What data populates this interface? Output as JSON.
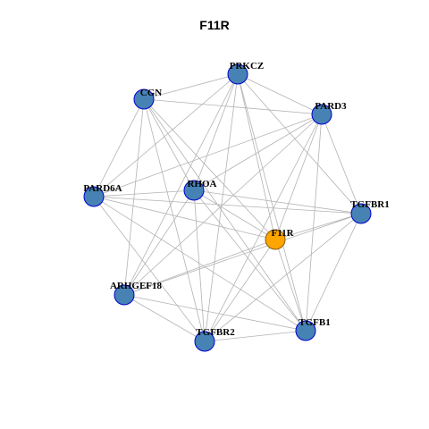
{
  "title": "F11R",
  "colors": {
    "node_default": "#4682B4",
    "node_focus": "#FFA500",
    "node_border_default": "#0000CD",
    "node_border_focus": "#8B5A00",
    "edge": "#B3B3B3"
  },
  "focus_node": "F11R",
  "nodes": [
    {
      "id": "PRKCZ"
    },
    {
      "id": "CGN"
    },
    {
      "id": "PARD3"
    },
    {
      "id": "PARD6A"
    },
    {
      "id": "RHOA"
    },
    {
      "id": "TGFBR1"
    },
    {
      "id": "F11R"
    },
    {
      "id": "ARHGEF18"
    },
    {
      "id": "TGFB1"
    },
    {
      "id": "TGFBR2"
    }
  ],
  "edges": [
    [
      "PRKCZ",
      "CGN"
    ],
    [
      "PRKCZ",
      "PARD3"
    ],
    [
      "PRKCZ",
      "PARD6A"
    ],
    [
      "PRKCZ",
      "RHOA"
    ],
    [
      "PRKCZ",
      "TGFBR1"
    ],
    [
      "PRKCZ",
      "F11R"
    ],
    [
      "PRKCZ",
      "ARHGEF18"
    ],
    [
      "PRKCZ",
      "TGFB1"
    ],
    [
      "PRKCZ",
      "TGFBR2"
    ],
    [
      "CGN",
      "PARD3"
    ],
    [
      "CGN",
      "PARD6A"
    ],
    [
      "CGN",
      "RHOA"
    ],
    [
      "CGN",
      "F11R"
    ],
    [
      "CGN",
      "ARHGEF18"
    ],
    [
      "CGN",
      "TGFBR2"
    ],
    [
      "CGN",
      "TGFB1"
    ],
    [
      "PARD3",
      "PARD6A"
    ],
    [
      "PARD3",
      "RHOA"
    ],
    [
      "PARD3",
      "F11R"
    ],
    [
      "PARD3",
      "TGFBR1"
    ],
    [
      "PARD3",
      "ARHGEF18"
    ],
    [
      "PARD3",
      "TGFB1"
    ],
    [
      "PARD3",
      "TGFBR2"
    ],
    [
      "PARD6A",
      "RHOA"
    ],
    [
      "PARD6A",
      "F11R"
    ],
    [
      "PARD6A",
      "TGFBR1"
    ],
    [
      "PARD6A",
      "TGFBR2"
    ],
    [
      "PARD6A",
      "TGFB1"
    ],
    [
      "RHOA",
      "TGFBR1"
    ],
    [
      "RHOA",
      "F11R"
    ],
    [
      "RHOA",
      "ARHGEF18"
    ],
    [
      "RHOA",
      "TGFB1"
    ],
    [
      "RHOA",
      "TGFBR2"
    ],
    [
      "TGFBR1",
      "F11R"
    ],
    [
      "TGFBR1",
      "ARHGEF18"
    ],
    [
      "TGFBR1",
      "TGFB1"
    ],
    [
      "TGFBR1",
      "TGFBR2"
    ],
    [
      "F11R",
      "ARHGEF18"
    ],
    [
      "F11R",
      "TGFBR2"
    ],
    [
      "F11R",
      "TGFB1"
    ],
    [
      "ARHGEF18",
      "TGFBR2"
    ],
    [
      "ARHGEF18",
      "TGFB1"
    ],
    [
      "TGFB1",
      "TGFBR2"
    ]
  ]
}
